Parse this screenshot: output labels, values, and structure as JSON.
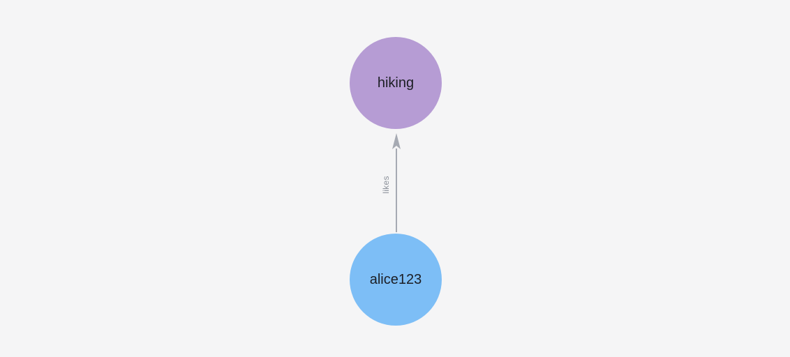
{
  "canvas": {
    "background": "#f5f5f6"
  },
  "graph": {
    "nodes": [
      {
        "label": "hiking",
        "fill": "#b69cd4",
        "text_color": "#1c1e24"
      },
      {
        "label": "alice123",
        "fill": "#7dbef6",
        "text_color": "#1c1e24"
      }
    ],
    "edge": {
      "label": "likes",
      "from": "alice123",
      "to": "hiking",
      "line_color": "#a6aab3",
      "label_color": "#8d929b"
    }
  }
}
